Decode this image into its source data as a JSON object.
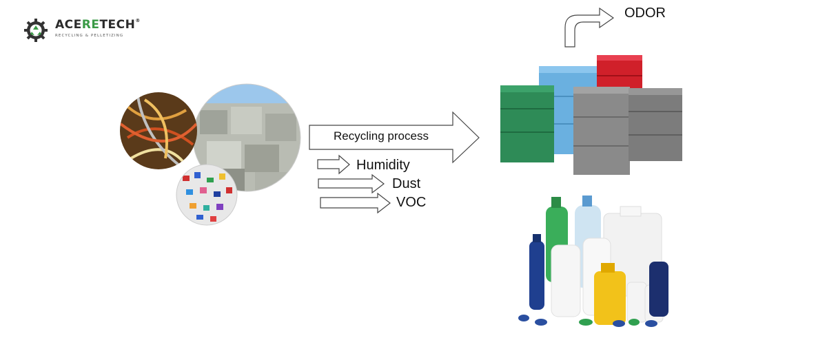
{
  "brand": {
    "name_part1": "ACE",
    "name_part2": "RE",
    "name_part3": "TECH",
    "registered": "®",
    "tagline": "RECYCLING & PELLETIZING",
    "accent_color": "#3a9a46"
  },
  "labels": {
    "process": "Recycling process",
    "humidity": "Humidity",
    "dust": "Dust",
    "voc": "VOC",
    "odor": "ODOR"
  },
  "colors": {
    "arrow_stroke": "#444444",
    "crate_green": "#2e8b57",
    "crate_blue": "#6ab0e0",
    "crate_red": "#d0202a",
    "crate_gray": "#8a8a8a",
    "sky_blue": "#9cc7ec"
  },
  "icons": {
    "logo": "gear-recycle-icon",
    "input_material": "plastic-waste-photo",
    "output_crates": "plastic-crates-photo",
    "output_bottles": "plastic-bottles-photo"
  }
}
